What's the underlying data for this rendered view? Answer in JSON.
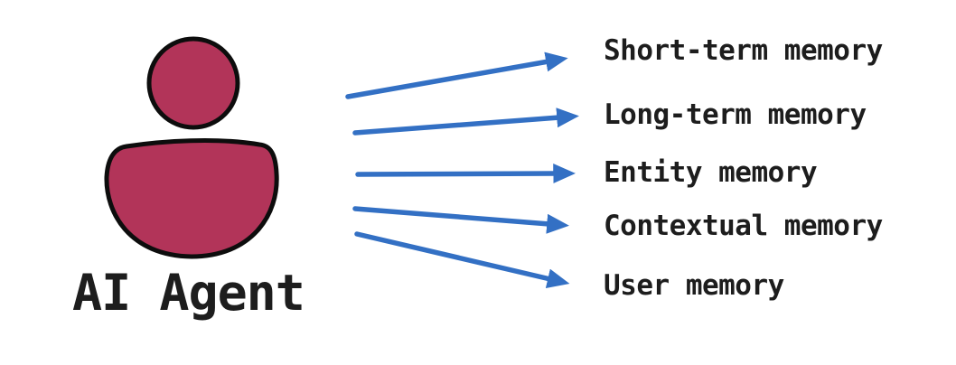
{
  "diagram": {
    "agent_label": "AI Agent",
    "memory_types": [
      "Short-term memory",
      "Long-term memory",
      "Entity memory",
      "Contextual memory",
      "User memory"
    ]
  },
  "icons": {
    "agent": "person-icon"
  },
  "colors": {
    "agent_fill": "#b23459",
    "outline": "#0d0d0d",
    "arrow_blue": "#3370c4",
    "text": "#1d1d1d",
    "background": "#ffffff"
  }
}
